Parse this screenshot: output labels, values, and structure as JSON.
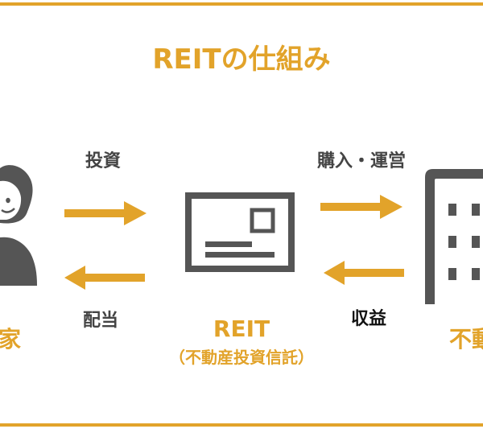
{
  "title": "REITの仕組み",
  "flows": {
    "invest": "投資",
    "dividend": "配当",
    "purchase": "購入・運営",
    "income": "収益"
  },
  "nodes": {
    "investor": "家",
    "reit": "REIT",
    "reit_sub": "（不動産投資信託）",
    "property": "不動"
  },
  "icons": {
    "investor": "person-icon",
    "reit": "certificate-icon",
    "property": "building-icon"
  },
  "colors": {
    "accent": "#e2a32a",
    "icon": "#555555",
    "text": "#444444"
  }
}
